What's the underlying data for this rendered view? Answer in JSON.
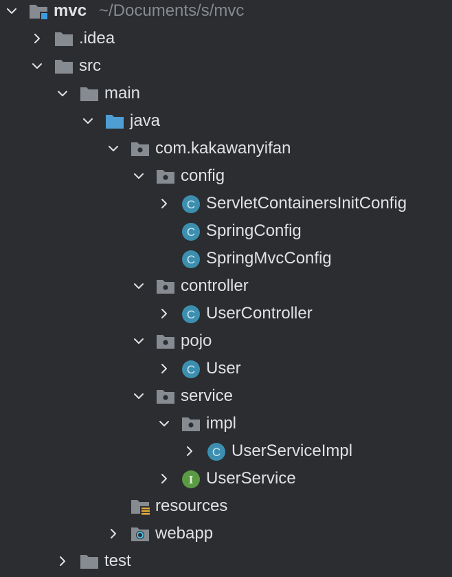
{
  "colors": {
    "background": "#2b2d30",
    "text": "#dfe1e5",
    "muted": "#868a91",
    "folder": "#868a91",
    "source_folder": "#4e9ed4",
    "class_badge": "#3d8fb0",
    "interface_badge": "#5a9a44",
    "module_badge": "#3d9ce0",
    "resources_stripes": "#e7a83b",
    "web_badge": "#4ec0e8"
  },
  "project": {
    "name": "mvc",
    "path": "~/Documents/s/mvc"
  },
  "badges": {
    "class_letter": "C",
    "interface_letter": "I"
  },
  "tree": [
    {
      "id": "mvc",
      "label": "mvc",
      "depth": 0,
      "chevron": "down",
      "icon": "module"
    },
    {
      "id": "idea",
      "label": ".idea",
      "depth": 1,
      "chevron": "right",
      "icon": "folder"
    },
    {
      "id": "src",
      "label": "src",
      "depth": 1,
      "chevron": "down",
      "icon": "folder"
    },
    {
      "id": "main",
      "label": "main",
      "depth": 2,
      "chevron": "down",
      "icon": "folder"
    },
    {
      "id": "java",
      "label": "java",
      "depth": 3,
      "chevron": "down",
      "icon": "source-folder"
    },
    {
      "id": "com-kakawanyifan",
      "label": "com.kakawanyifan",
      "depth": 4,
      "chevron": "down",
      "icon": "package"
    },
    {
      "id": "config",
      "label": "config",
      "depth": 5,
      "chevron": "down",
      "icon": "package"
    },
    {
      "id": "servlet-containers-init-config",
      "label": "ServletContainersInitConfig",
      "depth": 6,
      "chevron": "right",
      "icon": "class"
    },
    {
      "id": "spring-config",
      "label": "SpringConfig",
      "depth": 6,
      "chevron": "none",
      "icon": "class"
    },
    {
      "id": "spring-mvc-config",
      "label": "SpringMvcConfig",
      "depth": 6,
      "chevron": "none",
      "icon": "class"
    },
    {
      "id": "controller",
      "label": "controller",
      "depth": 5,
      "chevron": "down",
      "icon": "package"
    },
    {
      "id": "user-controller",
      "label": "UserController",
      "depth": 6,
      "chevron": "right",
      "icon": "class"
    },
    {
      "id": "pojo",
      "label": "pojo",
      "depth": 5,
      "chevron": "down",
      "icon": "package"
    },
    {
      "id": "user",
      "label": "User",
      "depth": 6,
      "chevron": "right",
      "icon": "class"
    },
    {
      "id": "service",
      "label": "service",
      "depth": 5,
      "chevron": "down",
      "icon": "package"
    },
    {
      "id": "impl",
      "label": "impl",
      "depth": 6,
      "chevron": "down",
      "icon": "package"
    },
    {
      "id": "user-service-impl",
      "label": "UserServiceImpl",
      "depth": 7,
      "chevron": "right",
      "icon": "class"
    },
    {
      "id": "user-service",
      "label": "UserService",
      "depth": 6,
      "chevron": "right",
      "icon": "interface"
    },
    {
      "id": "resources",
      "label": "resources",
      "depth": 4,
      "chevron": "none",
      "icon": "resources"
    },
    {
      "id": "webapp",
      "label": "webapp",
      "depth": 4,
      "chevron": "right",
      "icon": "web"
    },
    {
      "id": "test",
      "label": "test",
      "depth": 2,
      "chevron": "right",
      "icon": "folder"
    }
  ]
}
